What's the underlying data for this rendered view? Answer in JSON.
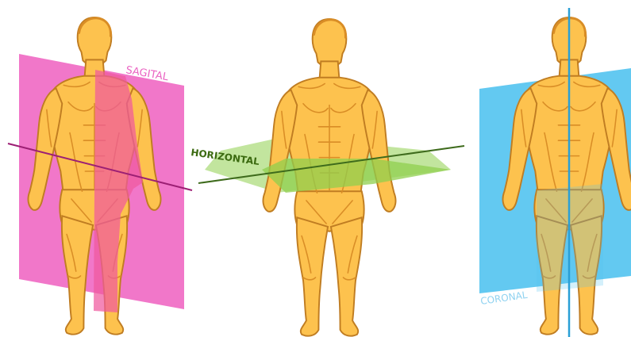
{
  "labels": {
    "sagittal": "SAGITAL",
    "horizontal": "HORIZONTAL",
    "coronal": "CORONAL"
  },
  "colors": {
    "sagittal_plane": "#ee5fc0",
    "sagittal_axis": "#9c1f74",
    "horizontal_plane": "#8fcf4e",
    "horizontal_axis": "#3e6b1c",
    "horizontal_label": "#3b6a10",
    "coronal_plane": "#52c3ef",
    "coronal_axis": "#2a9fd6",
    "coronal_label": "#8fd2f0",
    "skin": "#fdc24e",
    "skin_shade": "#f3a93a",
    "outline": "#b9771c"
  },
  "figures": [
    {
      "id": "sagittal",
      "plane_name": "sagittal plane"
    },
    {
      "id": "horizontal",
      "plane_name": "horizontal plane"
    },
    {
      "id": "coronal",
      "plane_name": "coronal plane"
    }
  ]
}
